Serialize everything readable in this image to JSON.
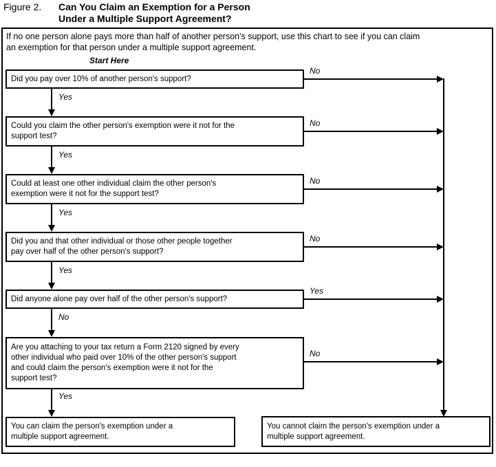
{
  "title": {
    "figure_label": "Figure 2.",
    "heading": "Can You Claim an Exemption for a Person\nUnder a Multiple Support Agreement?"
  },
  "intro": "If no one person alone pays more than half of another person's support, use this chart to see if you can claim\nan exemption for that person under a multiple support agreement.",
  "start_label": "Start Here",
  "questions": [
    {
      "text": "Did you pay over 10% of another person's support?",
      "side_label": "No",
      "down_label": "Yes"
    },
    {
      "text": "Could you claim the other person's exemption were it not for the\nsupport test?",
      "side_label": "No",
      "down_label": "Yes"
    },
    {
      "text": "Could at least one other individual claim the other person's\nexemption were it not for the support test?",
      "side_label": "No",
      "down_label": "Yes"
    },
    {
      "text": "Did you and that other individual or those other people together\npay over half of the other person's support?",
      "side_label": "No",
      "down_label": "Yes"
    },
    {
      "text": "Did anyone alone pay over half of the other person's support?",
      "side_label": "Yes",
      "down_label": "No"
    },
    {
      "text": "Are you attaching to your tax return a Form 2120 signed by every\nother individual who paid over 10% of the other person's support\nand could claim the person's exemption were it not for the\nsupport test?",
      "side_label": "No",
      "down_label": "Yes"
    }
  ],
  "outcomes": {
    "can_claim": "You can claim the person's exemption under a\nmultiple support agreement.",
    "cannot_claim": "You cannot claim the person's exemption under a\nmultiple support agreement."
  },
  "colors": {
    "line": "#000000",
    "text": "#000000",
    "background": "#ffffff"
  }
}
